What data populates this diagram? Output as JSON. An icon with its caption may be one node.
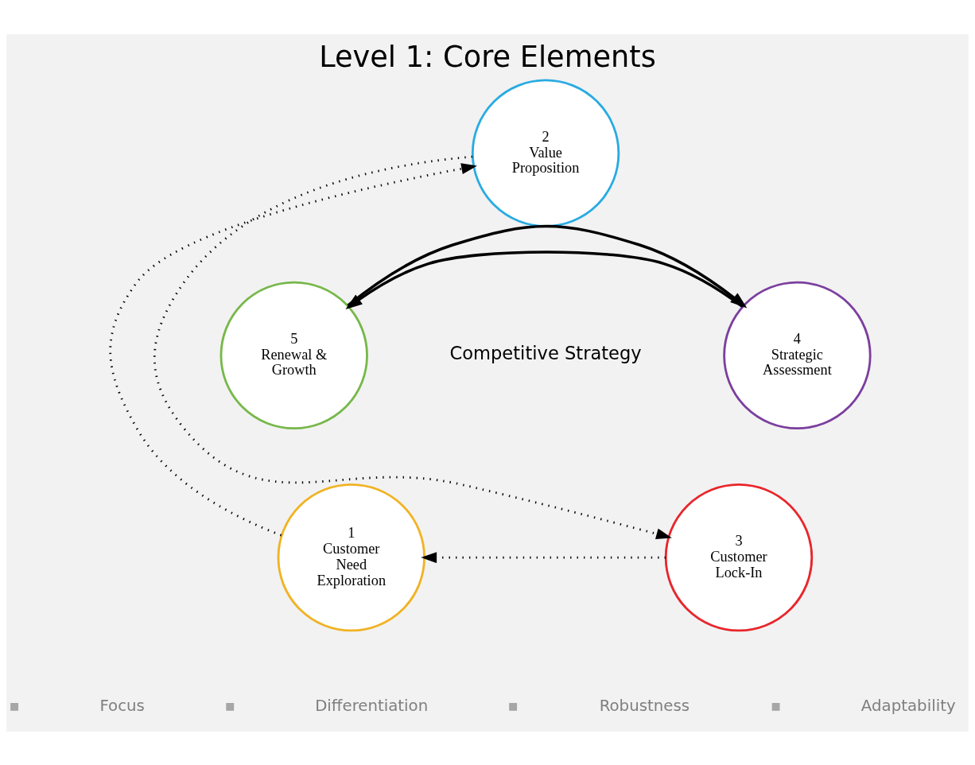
{
  "diagram": {
    "title": "Level 1: Core Elements",
    "nodes": [
      {
        "text": [
          "1",
          "Customer Need Exploration"
        ]
      },
      {
        "text": [
          "2",
          "Value Proposition"
        ]
      },
      {
        "text": [
          "3",
          "Customer Lock-In"
        ]
      },
      {
        "text": [
          "4",
          "Strategic Assessment"
        ]
      },
      {
        "text": [
          "5",
          "Renewal & Growth"
        ]
      }
    ],
    "edges": [
      {
        "from": 0,
        "to": 1,
        "arrow": "to",
        "style": "dashed"
      },
      {
        "from": 1,
        "to": 2,
        "arrow": "to",
        "style": "dashed"
      },
      {
        "from": 2,
        "to": 0,
        "arrow": "to",
        "style": "dashed"
      },
      {
        "from": 3,
        "to": 4,
        "arrow": "to"
      },
      {
        "from": 4,
        "to": 3,
        "arrow": "to"
      }
    ],
    "labels": [
      "Competitive Strategy",
      "Focus",
      "Differentiation",
      "Robustness",
      "Adaptability"
    ]
  }
}
